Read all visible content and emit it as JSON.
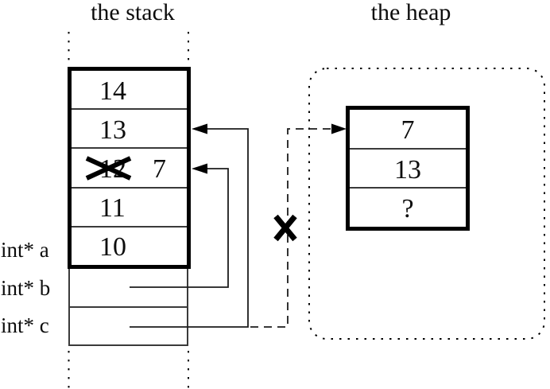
{
  "titles": {
    "stack": "the stack",
    "heap": "the heap"
  },
  "stack": {
    "frame_rows": [
      {
        "value": "14"
      },
      {
        "value": "13"
      },
      {
        "old_value": "12",
        "new_value": "7",
        "crossed_out": true
      },
      {
        "value": "11"
      },
      {
        "value": "10"
      }
    ],
    "pointer_labels": [
      {
        "label": "int* a"
      },
      {
        "label": "int* b"
      },
      {
        "label": "int* c"
      }
    ]
  },
  "heap": {
    "block_rows": [
      {
        "value": "7"
      },
      {
        "value": "13"
      },
      {
        "value": "?"
      }
    ],
    "dangling_link_crossed_out": true
  },
  "colors": {
    "ink": "#000000",
    "thin_line": "#3a3a3a",
    "background": "#ffffff"
  }
}
